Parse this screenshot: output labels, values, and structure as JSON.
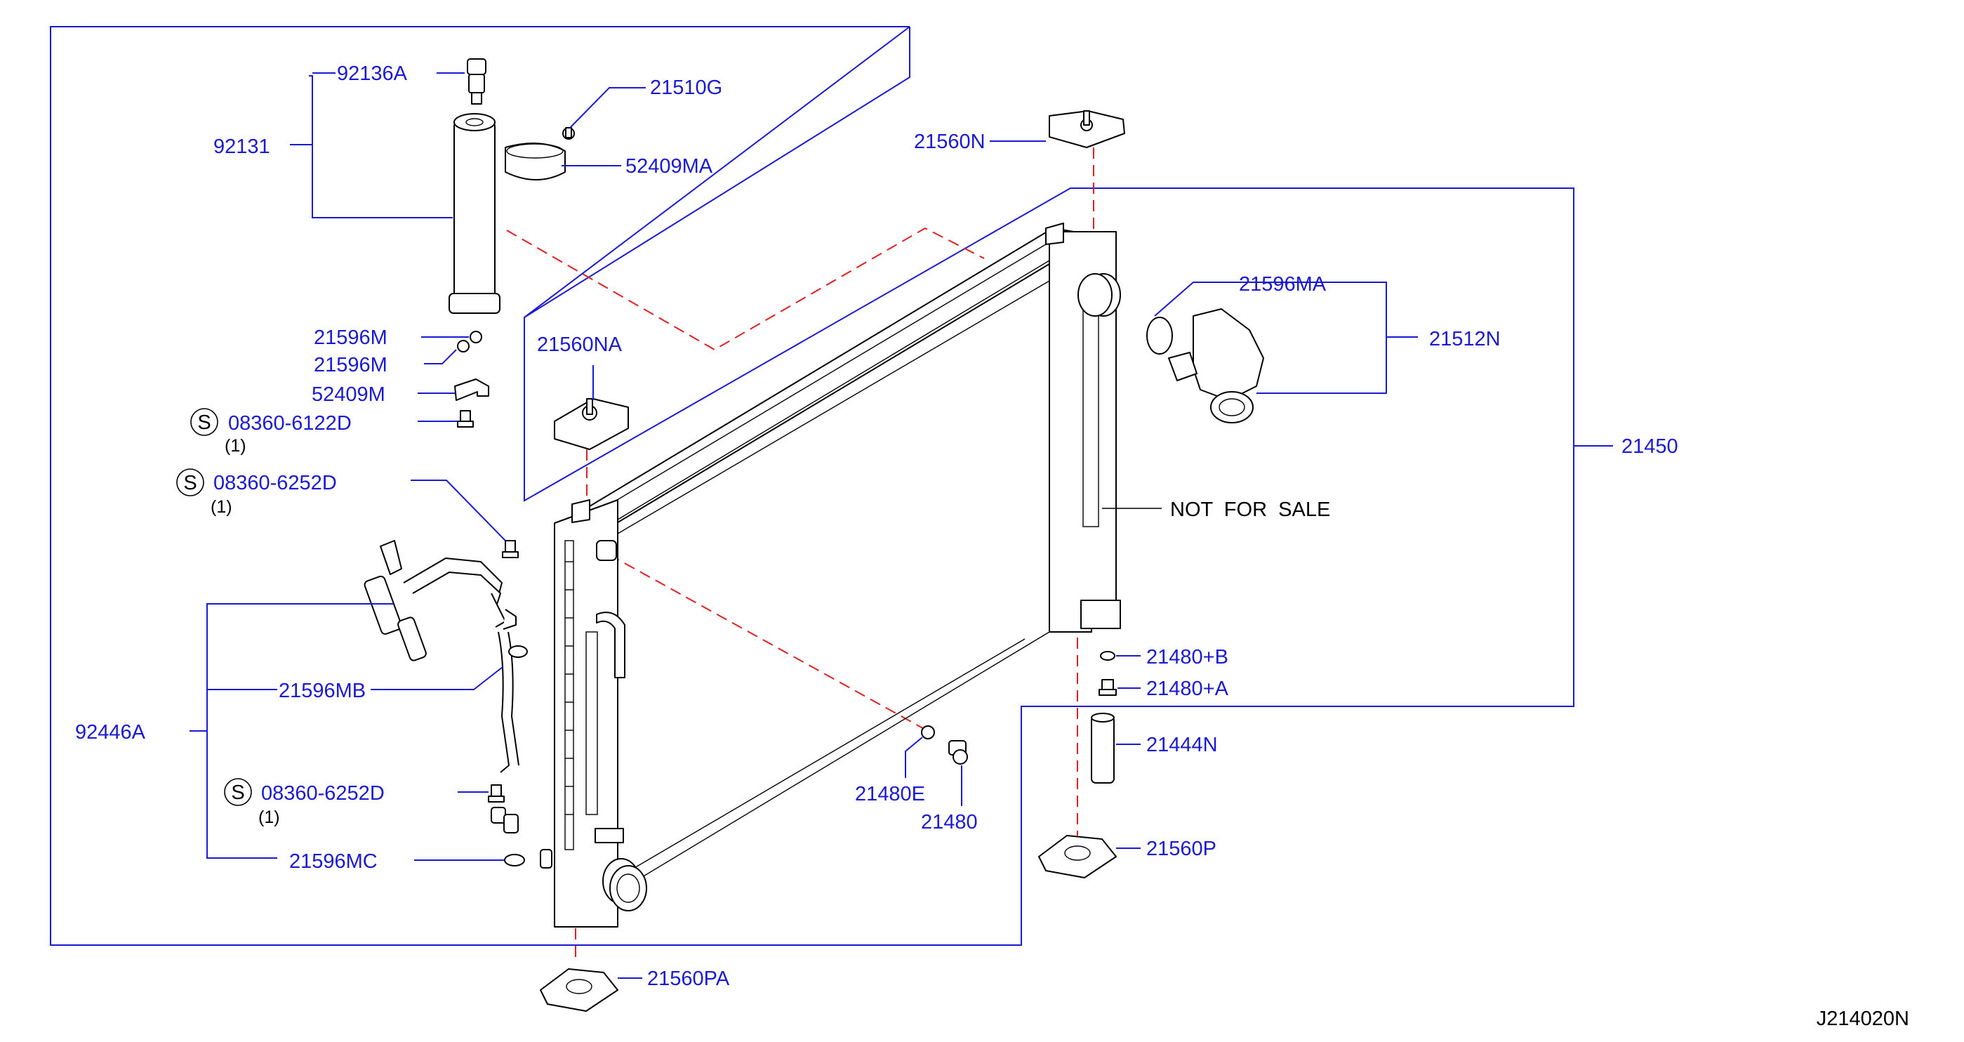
{
  "labels": {
    "p92136A": "92136A",
    "p92131": "92131",
    "p21510G": "21510G",
    "p52409MA": "52409MA",
    "p21560N": "21560N",
    "p21596MA": "21596MA",
    "p21512N": "21512N",
    "p21450": "21450",
    "p21596M_1": "21596M",
    "p21596M_2": "21596M",
    "p52409M": "52409M",
    "p08360_6122D": "08360-6122D",
    "q_6122D": "(1)",
    "p08360_6252D_1": "08360-6252D",
    "q_6252D_1": "(1)",
    "p21560NA": "21560NA",
    "not_for_sale": "NOT  FOR  SALE",
    "p92446A": "92446A",
    "p21596MB": "21596MB",
    "p21480B": "21480+B",
    "p21480A": "21480+A",
    "p21444N": "21444N",
    "p21480E": "21480E",
    "p21480": "21480",
    "p08360_6252D_2": "08360-6252D",
    "q_6252D_2": "(1)",
    "p21596MC": "21596MC",
    "p21560P": "21560P",
    "p21560PA": "21560PA",
    "s_mark_1": "S",
    "s_mark_2": "S",
    "s_mark_3": "S",
    "diagram_code": "J214020N"
  },
  "colors": {
    "label": "#1a1ad4",
    "leader": "#1a1ad4",
    "centerline": "#e02020",
    "drawing": "#000000"
  }
}
